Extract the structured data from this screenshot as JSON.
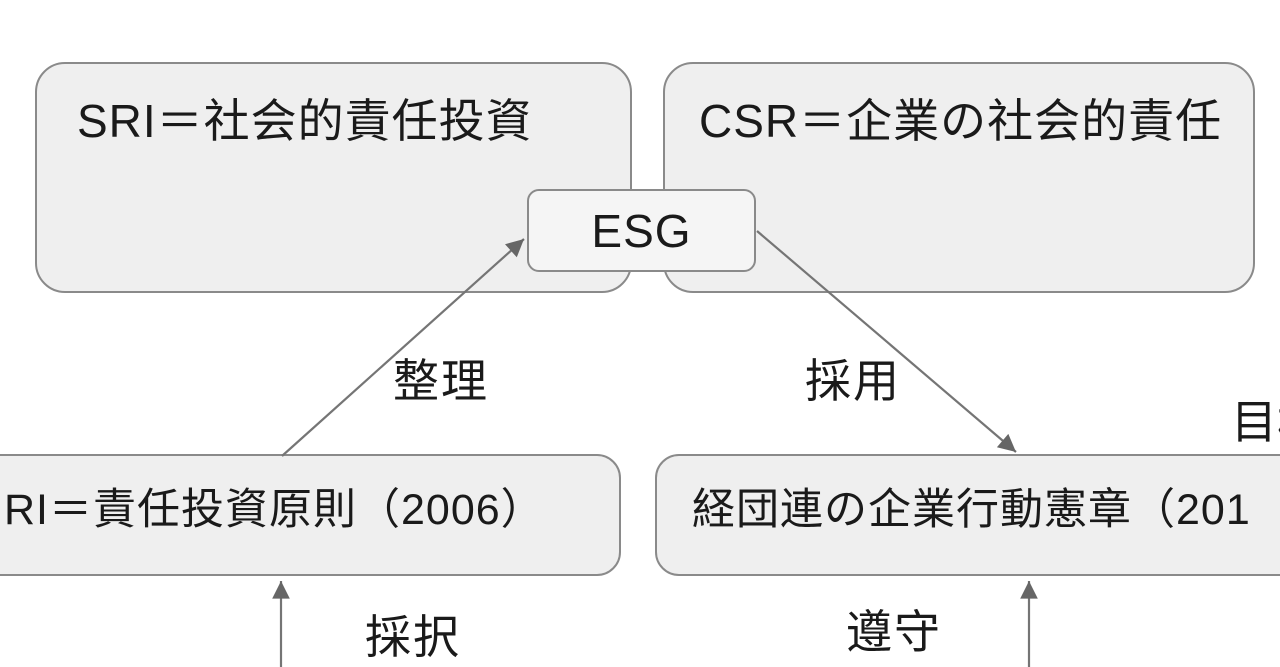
{
  "colors": {
    "background": "#ffffff",
    "node_fill": "#efefef",
    "esg_fill": "#f5f5f5",
    "border": "#8a8a8a",
    "line": "#757575",
    "text": "#1a1a1a"
  },
  "nodes": {
    "sri": "SRI＝社会的責任投資",
    "csr": "CSR＝企業の社会的責任",
    "esg": "ESG",
    "pri": "RI＝責任投資原則（2006）",
    "keidanren": "経団連の企業行動憲章（201"
  },
  "edge_labels": {
    "seiri": "整理",
    "saiyo": "採用",
    "saitaku": "採択",
    "junshu": "遵守",
    "mokuhyo": "目標"
  }
}
